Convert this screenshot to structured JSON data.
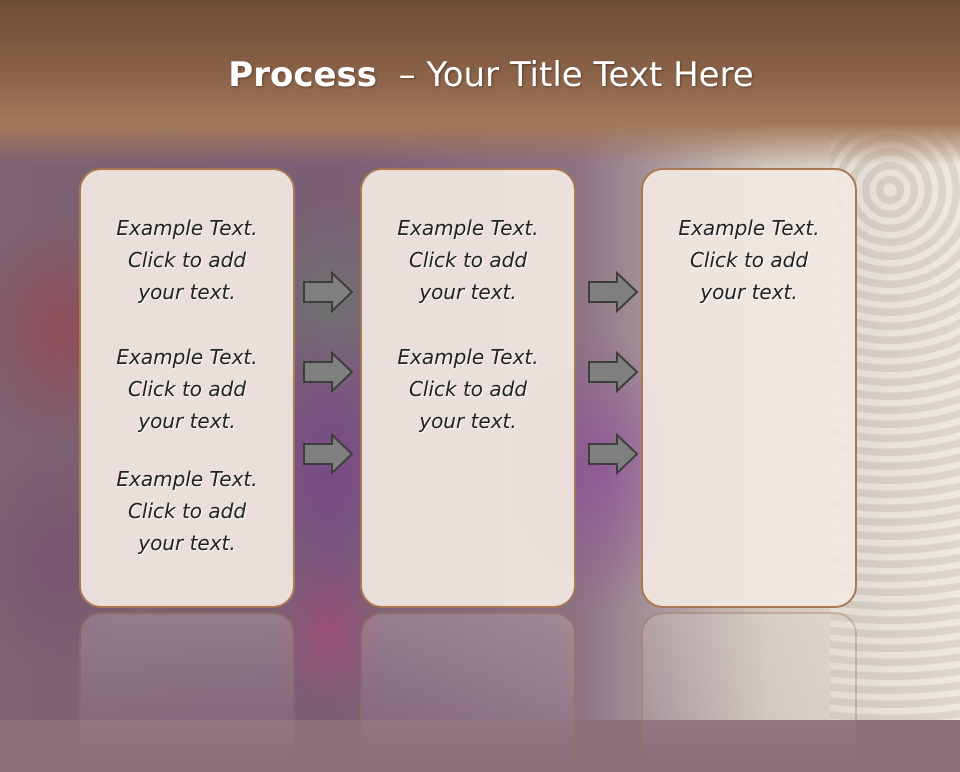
{
  "slide": {
    "title_bold": "Process",
    "title_rest": "– Your Title Text Here"
  },
  "columns": [
    {
      "items": [
        "Example Text. Click  to add your text.",
        "Example Text. Click  to add your text.",
        "Example Text. Click  to add your text."
      ]
    },
    {
      "items": [
        "Example Text. Click  to add your text.",
        "Example Text. Click  to add your text."
      ]
    },
    {
      "items": [
        "Example Text. Click  to add your text."
      ]
    }
  ],
  "colors": {
    "title_band": "#8a6248",
    "card_border": "#a87754",
    "arrow_fill": "#808080"
  },
  "icons": [
    "right-arrow-icon"
  ]
}
